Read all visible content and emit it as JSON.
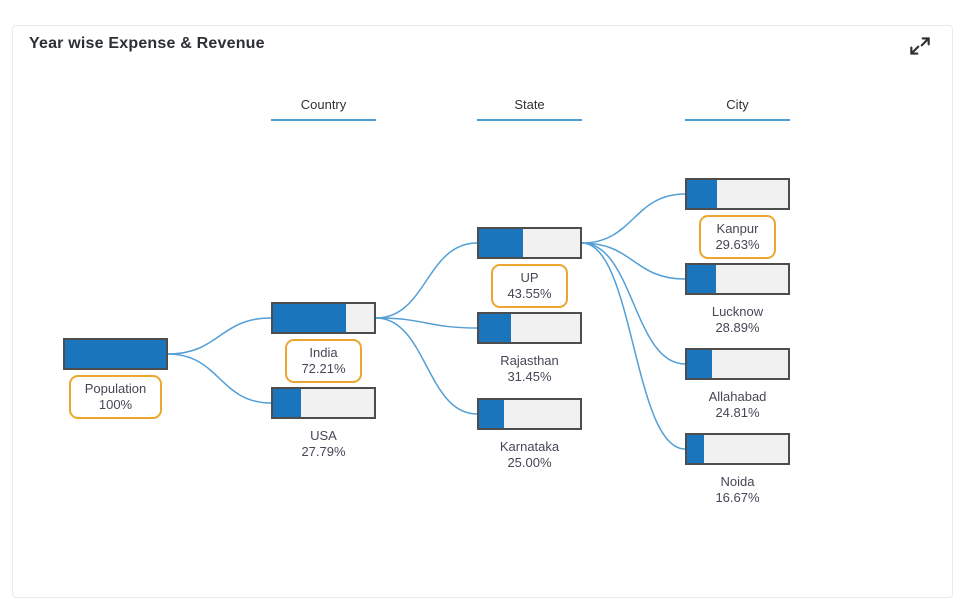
{
  "card": {
    "title": "Year wise Expense & Revenue"
  },
  "icons": {
    "expand": "expand-arrows-icon"
  },
  "chart_data": {
    "type": "decomposition-tree",
    "title": "Year wise Expense & Revenue",
    "columns": [
      "Country",
      "State",
      "City"
    ],
    "colors": {
      "bar_fill": "#1b75bc",
      "bar_empty": "#f1f1f2",
      "bar_border": "#4d4d4d",
      "link": "#539fd6",
      "header_underline": "#4f9fd5",
      "highlight_border": "#eca62f",
      "label_text": "#4b4456"
    },
    "nodes": [
      {
        "id": "population",
        "label": "Population",
        "value_text": "100%",
        "percent": 100,
        "level": 0,
        "row": 0,
        "parent": null,
        "highlighted": true
      },
      {
        "id": "india",
        "label": "India",
        "value_text": "72.21%",
        "percent": 72.21,
        "level": 1,
        "row": 0,
        "parent": "population",
        "highlighted": true
      },
      {
        "id": "usa",
        "label": "USA",
        "value_text": "27.79%",
        "percent": 27.79,
        "level": 1,
        "row": 1,
        "parent": "population",
        "highlighted": false
      },
      {
        "id": "up",
        "label": "UP",
        "value_text": "43.55%",
        "percent": 43.55,
        "level": 2,
        "row": 0,
        "parent": "india",
        "highlighted": true
      },
      {
        "id": "rajasthan",
        "label": "Rajasthan",
        "value_text": "31.45%",
        "percent": 31.45,
        "level": 2,
        "row": 1,
        "parent": "india",
        "highlighted": false
      },
      {
        "id": "karnataka",
        "label": "Karnataka",
        "value_text": "25.00%",
        "percent": 25.0,
        "level": 2,
        "row": 2,
        "parent": "india",
        "highlighted": false
      },
      {
        "id": "kanpur",
        "label": "Kanpur",
        "value_text": "29.63%",
        "percent": 29.63,
        "level": 3,
        "row": 0,
        "parent": "up",
        "highlighted": true
      },
      {
        "id": "lucknow",
        "label": "Lucknow",
        "value_text": "28.89%",
        "percent": 28.89,
        "level": 3,
        "row": 1,
        "parent": "up",
        "highlighted": false
      },
      {
        "id": "allahabad",
        "label": "Allahabad",
        "value_text": "24.81%",
        "percent": 24.81,
        "level": 3,
        "row": 2,
        "parent": "up",
        "highlighted": false
      },
      {
        "id": "noida",
        "label": "Noida",
        "value_text": "16.67%",
        "percent": 16.67,
        "level": 3,
        "row": 3,
        "parent": "up",
        "highlighted": false
      }
    ]
  }
}
